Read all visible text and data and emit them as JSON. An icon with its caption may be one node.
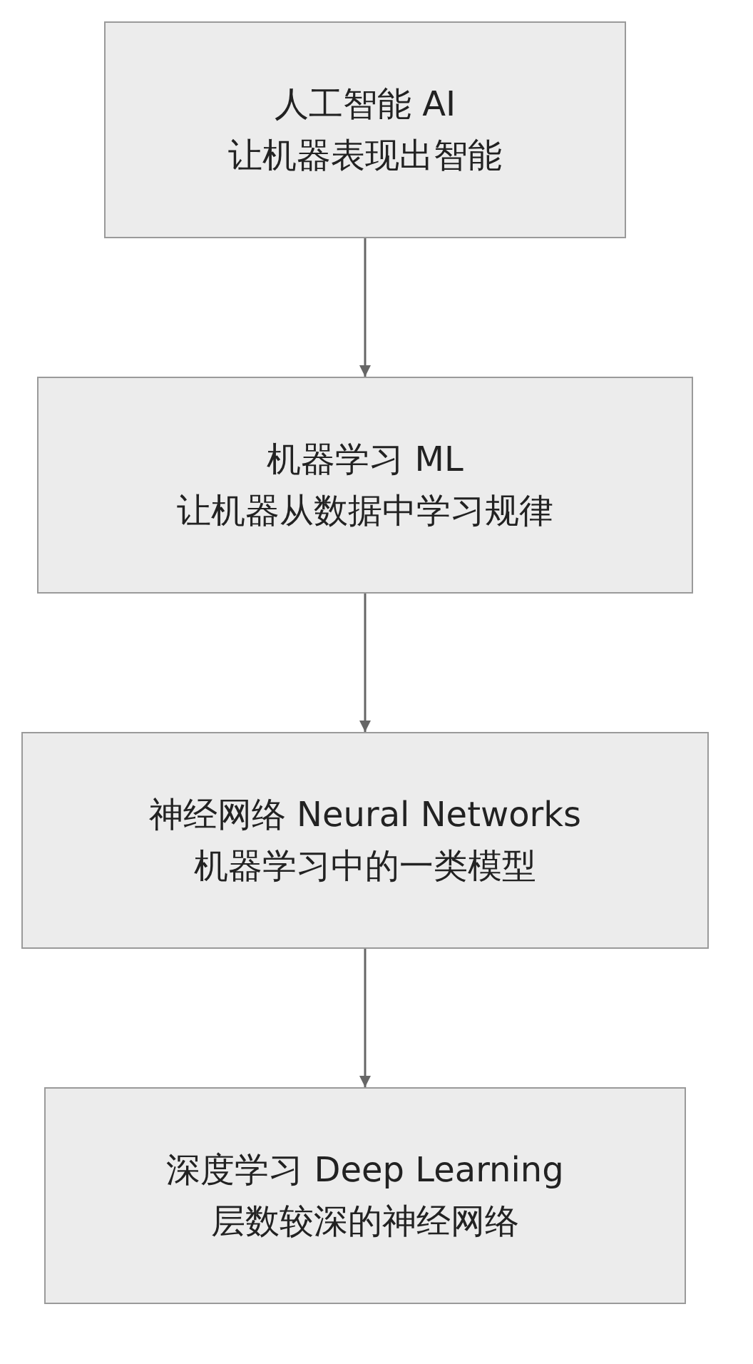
{
  "diagram": {
    "nodes": [
      {
        "text": [
          "人工智能 AI",
          "让机器表现出智能"
        ]
      },
      {
        "text": [
          "机器学习 ML",
          "让机器从数据中学习规律"
        ]
      },
      {
        "text": [
          "神经网络 Neural Networks",
          "机器学习中的一类模型"
        ]
      },
      {
        "text": [
          "深度学习 Deep Learning",
          "层数较深的神经网络"
        ]
      }
    ],
    "edges": [
      {
        "from": 0,
        "to": 1,
        "arrow": "to"
      },
      {
        "from": 1,
        "to": 2,
        "arrow": "to"
      },
      {
        "from": 2,
        "to": 3,
        "arrow": "to"
      }
    ]
  }
}
